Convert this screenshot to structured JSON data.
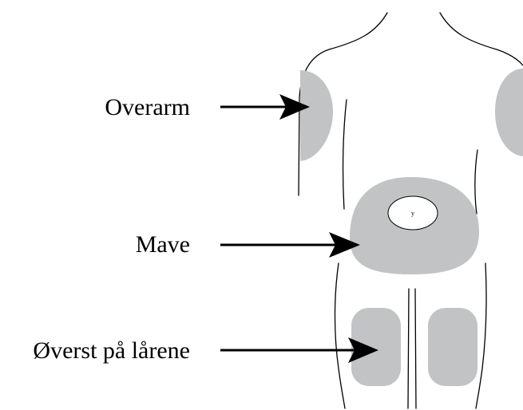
{
  "labels": {
    "upper_arm": "Overarm",
    "abdomen": "Mave",
    "thighs": "Øverst på lårene"
  },
  "navel_mark": "y",
  "colors": {
    "zone_fill": "#c2c3c5",
    "outline": "#000000",
    "background": "#ffffff",
    "navel_fill": "#ffffff"
  }
}
